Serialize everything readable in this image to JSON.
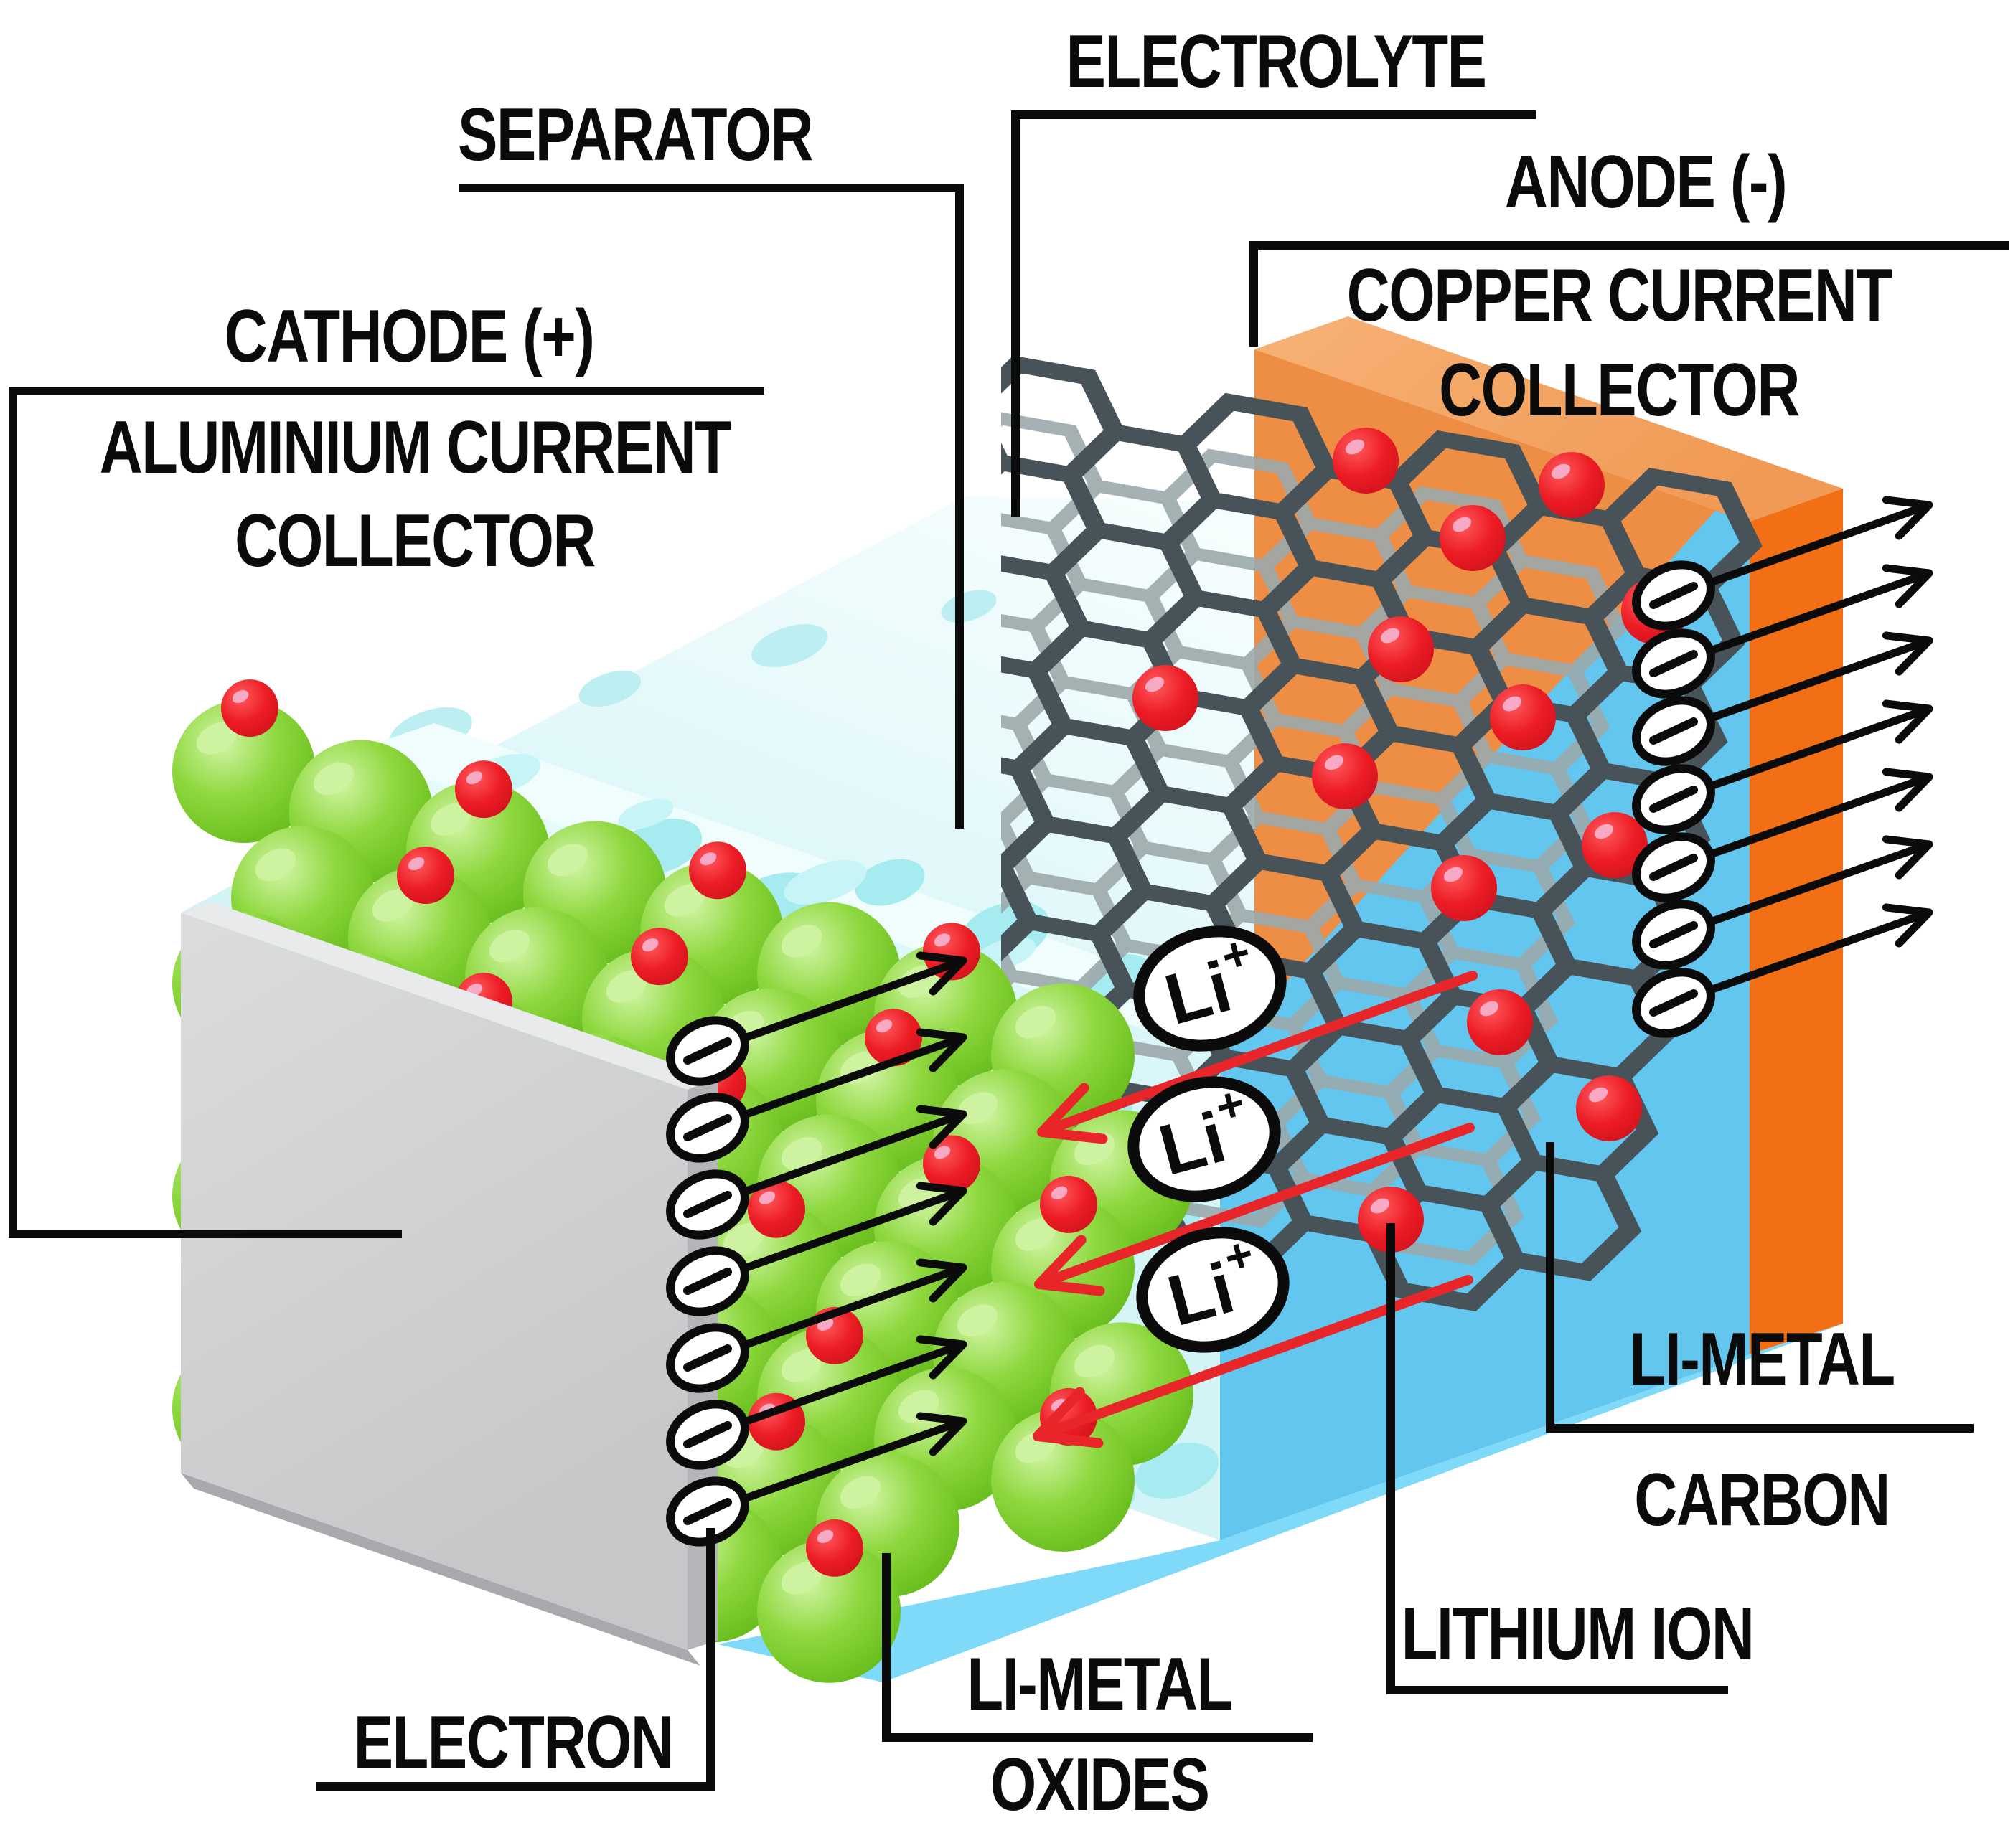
{
  "title": "Lithium-ion battery structure diagram",
  "labels": {
    "electrolyte": "ELECTROLYTE",
    "separator": "SEPARATOR",
    "anode": "ANODE (-)",
    "copper_line1": "COPPER CURRENT",
    "copper_line2": "COLLECTOR",
    "cathode": "CATHODE (+)",
    "aluminium_line1": "ALUMINIUM CURRENT",
    "aluminium_line2": "COLLECTOR",
    "li_metal_carbon_line1": "LI-METAL",
    "li_metal_carbon_line2": "CARBON",
    "lithium_ion": "LITHIUM ION",
    "li_metal_oxides_line1": "LI-METAL",
    "li_metal_oxides_line2": "OXIDES",
    "electron": "ELECTRON",
    "li_badge": "Li",
    "li_badge_plus": "+"
  },
  "colors": {
    "bg": "#ffffff",
    "ink": "#0b0b0b",
    "red": "#EC1C24",
    "red-dark": "#C8101C",
    "red-hi": "#F8A9C4",
    "green-hi": "#CEF3A0",
    "cyan-top": "#C9F1F4",
    "sep-face1": "#E9FBFB",
    "sep-face2": "#D2F4F6",
    "sep-sliver": "#F0FDFD",
    "bubble": "#A5EBF0",
    "bubble-light": "#C7F4F6",
    "bubble-faint": "#BDEFF2",
    "blue-anode": "#62C6EF",
    "blue-bottom": "#7FD9F8",
    "cu-front": "#EE8E45",
    "cu-top1": "#F7B276",
    "cu-top2": "#F09A55",
    "cu-side": "#F26F16",
    "al-front1": "#DBDCDE",
    "al-front2": "#C6C7C9",
    "al-top": "#E9EAEC",
    "al-side": "#B4B5B8",
    "al-bottom": "#A8A9AC",
    "lattice-dark": "#475359",
    "lattice-light": "#9BA8AB",
    "green1": "#D3F5A6",
    "green2": "#8ED83F",
    "green3": "#5FB614",
    "arrow-red": "#E8262A"
  },
  "legend": {
    "electron_badge_count_left": 7,
    "electron_badge_count_right": 7,
    "li_ion_badge_count": 3
  }
}
